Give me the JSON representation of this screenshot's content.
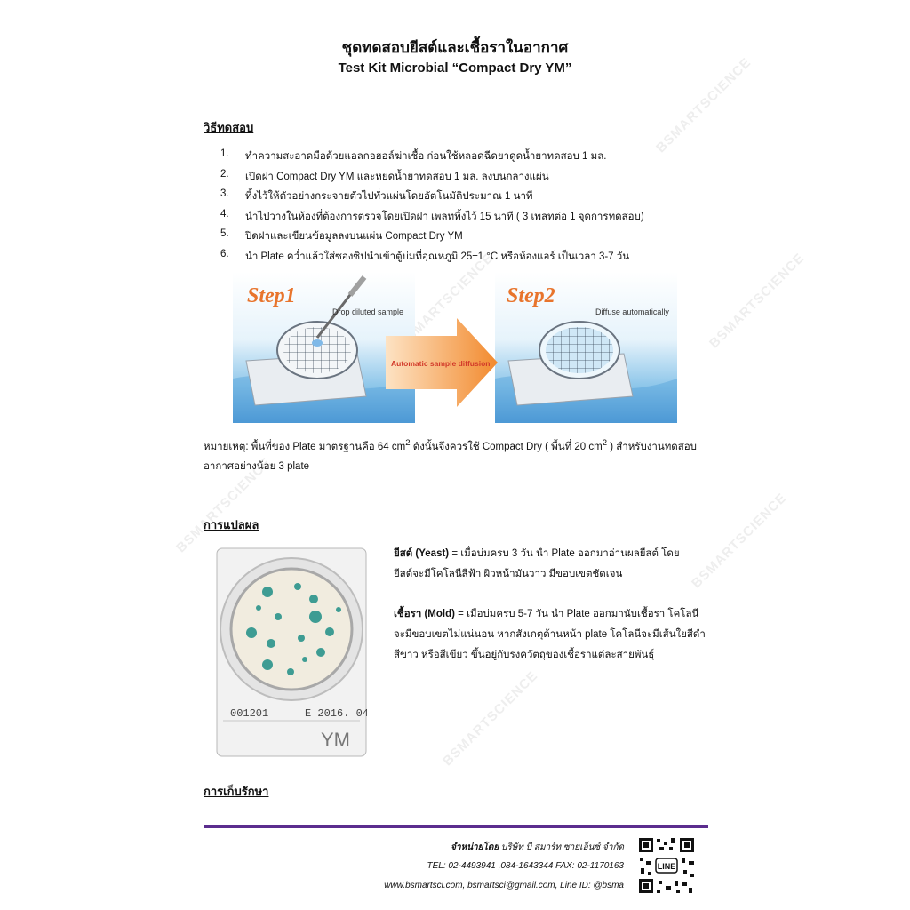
{
  "header": {
    "title_th": "ชุดทดสอบยีสต์และเชื้อราในอากาศ",
    "title_en": "Test Kit Microbial “Compact Dry YM”"
  },
  "method": {
    "heading": "วิธีทดสอบ",
    "steps": [
      {
        "num": "1.",
        "text": "ทำความสะอาดมือด้วยแอลกอฮอล์ฆ่าเชื้อ ก่อนใช้หลอดฉีดยาดูดน้ำยาทดสอบ 1 มล."
      },
      {
        "num": "2.",
        "text": "เปิดฝา Compact Dry YM และหยดน้ำยาทดสอบ 1 มล. ลงบนกลางแผ่น"
      },
      {
        "num": "3.",
        "text": "ทิ้งไว้ให้ตัวอย่างกระจายตัวไปทั่วแผ่นโดยอัตโนมัติประมาณ 1 นาที"
      },
      {
        "num": "4.",
        "text": "นำไปวางในห้องที่ต้องการตรวจโดยเปิดฝา เพลททิ้งไว้ 15 นาที ( 3 เพลทต่อ 1 จุดการทดสอบ)"
      },
      {
        "num": "5.",
        "text": "ปิดฝาและเขียนข้อมูลลงบนแผ่น Compact Dry YM"
      },
      {
        "num": "6.",
        "text": "นำ Plate คว่ำแล้วใส่ซองซิปนำเข้าตู้บ่มที่อุณหภูมิ 25±1 °C หรือห้องแอร์ เป็นเวลา 3-7 วัน"
      }
    ]
  },
  "figure": {
    "step1": "Step1",
    "step2": "Step2",
    "drop_label": "Drop diluted sample",
    "diffuse_label": "Diffuse automatically",
    "arrow_label": "Automatic sample diffusion"
  },
  "note": {
    "prefix": "หมายเหตุ: ",
    "part1": "พื้นที่ของ Plate มาตรฐานคือ 64 cm",
    "sup1": "2",
    "part2": " ดังนั้นจึงควรใช้ Compact Dry ( พื้นที่ 20 cm",
    "sup2": "2",
    "part3": " ) สำหรับงานทดสอบ",
    "line2": "อากาศอย่างน้อย 3 plate"
  },
  "interpretation": {
    "heading": "การแปลผล",
    "yeast_label": "ยีสต์ (Yeast)",
    "yeast_text1": "  = เมื่อบ่มครบ 3 วัน นำ Plate ออกมาอ่านผลยีสต์ โดย",
    "yeast_text2": "ยีสต์จะมีโคโลนีสีฟ้า ผิวหน้ามันวาว มีขอบเขตชัดเจน",
    "mold_label": "เชื้อรา (Mold)",
    "mold_text1": " = เมื่อบ่มครบ 5-7 วัน นำ Plate ออกมานับเชื้อรา โคโลนี",
    "mold_text2": "จะมีขอบเขตไม่แน่นอน หากสังเกตุด้านหน้า plate โคโลนีจะมีเส้นใยสีดำ",
    "mold_text3": "สีขาว หรือสีเขียว ขึ้นอยู่กับรงควัตถุของเชื้อราแต่ละสายพันธุ์",
    "plate_lot": "001201",
    "plate_exp": "E 2016. 04",
    "plate_name": "YM"
  },
  "storage": {
    "heading": "การเก็บรักษา"
  },
  "footer": {
    "distributor_label": "จำหน่ายโดย",
    "company": " บริษัท บี สมาร์ท ซายเอ็นซ์ จำกัด",
    "phone": "TEL: 02-4493941 ,084-1643344 FAX: 02-1170163",
    "web": "www.bsmartsci.com, bsmartsci@gmail.com, Line ID: @bsma",
    "qr_badge": "LINE"
  },
  "watermark": "BSMARTSCIENCE",
  "colors": {
    "accent": "#5b2d8e",
    "step_orange": "#e8742c",
    "arrow_red": "#d23a2a",
    "colony": "#1f8f86"
  }
}
